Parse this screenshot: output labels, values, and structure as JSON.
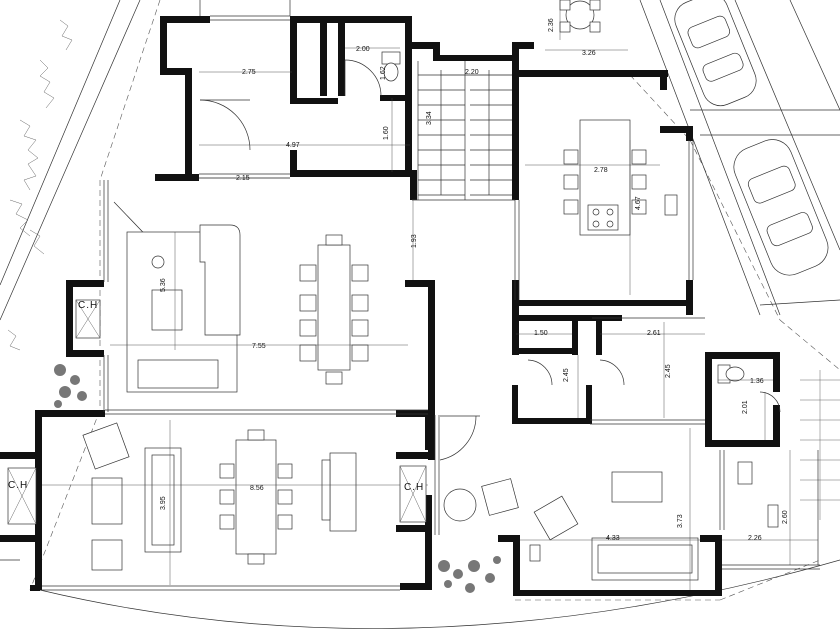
{
  "plan": {
    "dimensions": {
      "d_236": "2.36",
      "d_326": "3.26",
      "d_200": "2.00",
      "d_162": "1.62",
      "d_275": "2.75",
      "d_220": "2.20",
      "d_334": "3.34",
      "d_160": "1.60",
      "d_497": "4.97",
      "d_215": "2.15",
      "d_278": "2.78",
      "d_467": "4.67",
      "d_193": "1.93",
      "d_536": "5.36",
      "d_755": "7.55",
      "d_150": "1.50",
      "d_261": "2.61",
      "d_245a": "2.45",
      "d_245b": "2.45",
      "d_136": "1.36",
      "d_201": "2.01",
      "d_395": "3.95",
      "d_856": "8.56",
      "d_373": "3.73",
      "d_433": "4.33",
      "d_226": "2.26",
      "d_260": "2.60"
    },
    "labels": {
      "ch_left_top": "C.H",
      "ch_left_bottom": "C.H",
      "ch_center": "C.H"
    }
  }
}
